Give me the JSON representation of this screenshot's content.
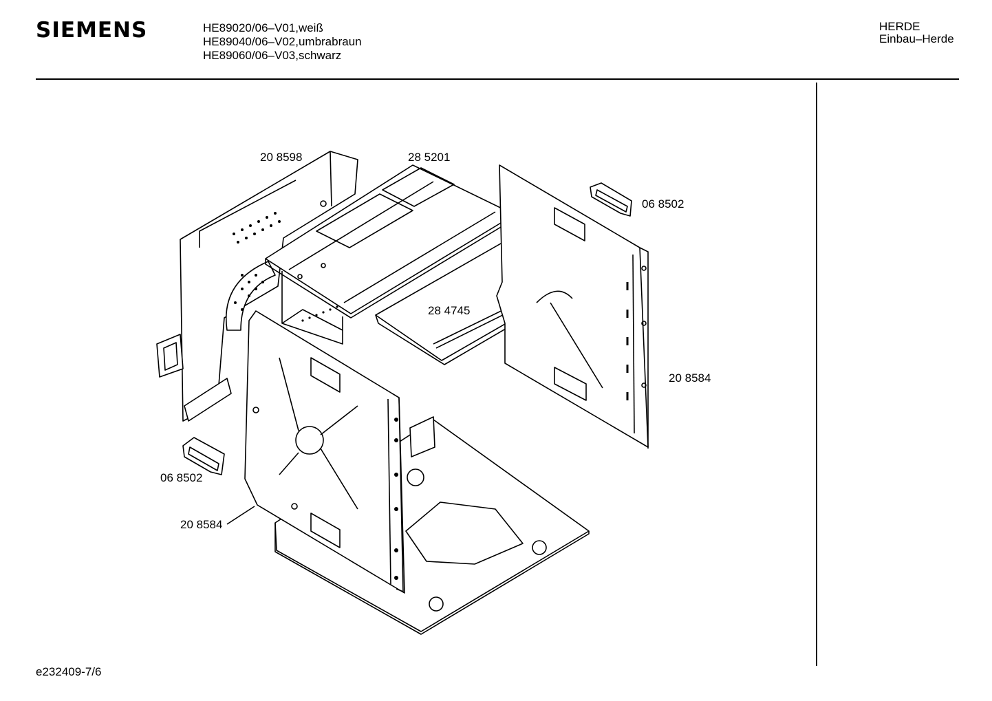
{
  "header": {
    "brand": "SIEMENS",
    "models": [
      "HE89020/06–V01,weiß",
      "HE89040/06–V02,umbrabraun",
      "HE89060/06–V03,schwarz"
    ],
    "category_line1": "HERDE",
    "category_line2": "Einbau–Herde"
  },
  "part_labels": {
    "back_panel": "20 8598",
    "top_panel": "28 5201",
    "handle_right": "06 8502",
    "rail": "28 4745",
    "side_panel_right": "20 8584",
    "handle_left": "06 8502",
    "side_panel_left": "20 8584"
  },
  "footer": {
    "drawing_code": "e232409-7/6"
  }
}
